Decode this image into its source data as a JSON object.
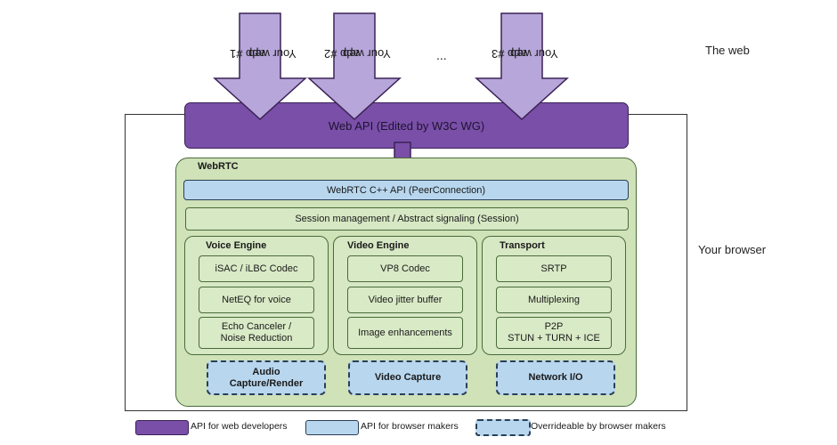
{
  "side_labels": {
    "web": "The web",
    "browser": "Your browser"
  },
  "apps": [
    {
      "line1": "Your web",
      "line2": "app #1"
    },
    {
      "line1": "Your web",
      "line2": "app #2"
    },
    {
      "line1": "Your web",
      "line2": "app #3"
    }
  ],
  "ellipsis": "...",
  "web_api": "Web API (Edited by W3C WG)",
  "webrtc": {
    "title": "WebRTC",
    "cpp_api": "WebRTC C++ API (PeerConnection)",
    "session": "Session management / Abstract signaling (Session)"
  },
  "voice": {
    "title": "Voice Engine",
    "codec": "iSAC / iLBC Codec",
    "neteq": "NetEQ for voice",
    "echo_1": "Echo Canceler /",
    "echo_2": "Noise Reduction"
  },
  "video": {
    "title": "Video Engine",
    "codec": "VP8 Codec",
    "jitter": "Video jitter buffer",
    "enhance": "Image enhancements"
  },
  "transport": {
    "title": "Transport",
    "srtp": "SRTP",
    "mux": "Multiplexing",
    "p2p_1": "P2P",
    "p2p_2": "STUN + TURN + ICE"
  },
  "capture": {
    "audio_1": "Audio",
    "audio_2": "Capture/Render",
    "video": "Video Capture",
    "network": "Network I/O"
  },
  "legend": {
    "web_dev": "API for web developers",
    "browser_makers": "API for browser makers",
    "overrideable": "Overrideable by browser makers"
  },
  "colors": {
    "web_api": "#7a4fa8",
    "app_arrow": "#b7a6d9",
    "webrtc_bg": "#cfe2b8",
    "browser_api": "#b8d7ef",
    "border_dark": "#2b3e55"
  }
}
